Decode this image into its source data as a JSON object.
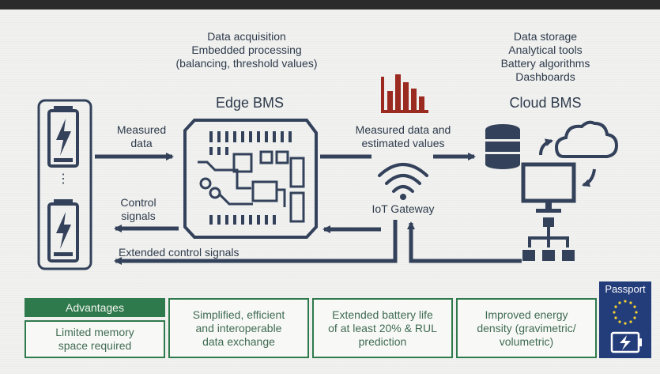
{
  "top_labels": {
    "edge_desc_1": "Data acquisition",
    "edge_desc_2": "Embedded processing",
    "edge_desc_3": "(balancing, threshold values)",
    "cloud_desc_1": "Data storage",
    "cloud_desc_2": "Analytical tools",
    "cloud_desc_3": "Battery algorithms",
    "cloud_desc_4": "Dashboards"
  },
  "nodes": {
    "edge_bms": "Edge BMS",
    "cloud_bms": "Cloud BMS",
    "iot_gateway": "IoT Gateway"
  },
  "flows": {
    "measured_1": "Measured",
    "measured_2": "data",
    "control_1": "Control",
    "control_2": "signals",
    "estimated_1": "Measured data and",
    "estimated_2": "estimated values",
    "extended_control": "Extended control signals"
  },
  "battery_ellipsis": "⋮",
  "bottom": {
    "advantages": "Advantages",
    "limited_1": "Limited memory",
    "limited_2": "space required",
    "simplified_1": "Simplified, efficient",
    "simplified_2": "and interoperable",
    "simplified_3": "data exchange",
    "extended_1": "Extended battery life",
    "extended_2": "of at least 20% & RUL",
    "extended_3": "prediction",
    "energy_1": "Improved energy",
    "energy_2": "density (gravimetric/",
    "energy_3": "volumetric)",
    "passport": "Passport"
  },
  "colors": {
    "navy": "#33415a",
    "green": "#2f7a4c",
    "red": "#9b2a20",
    "passport_bg": "#233c7a"
  }
}
